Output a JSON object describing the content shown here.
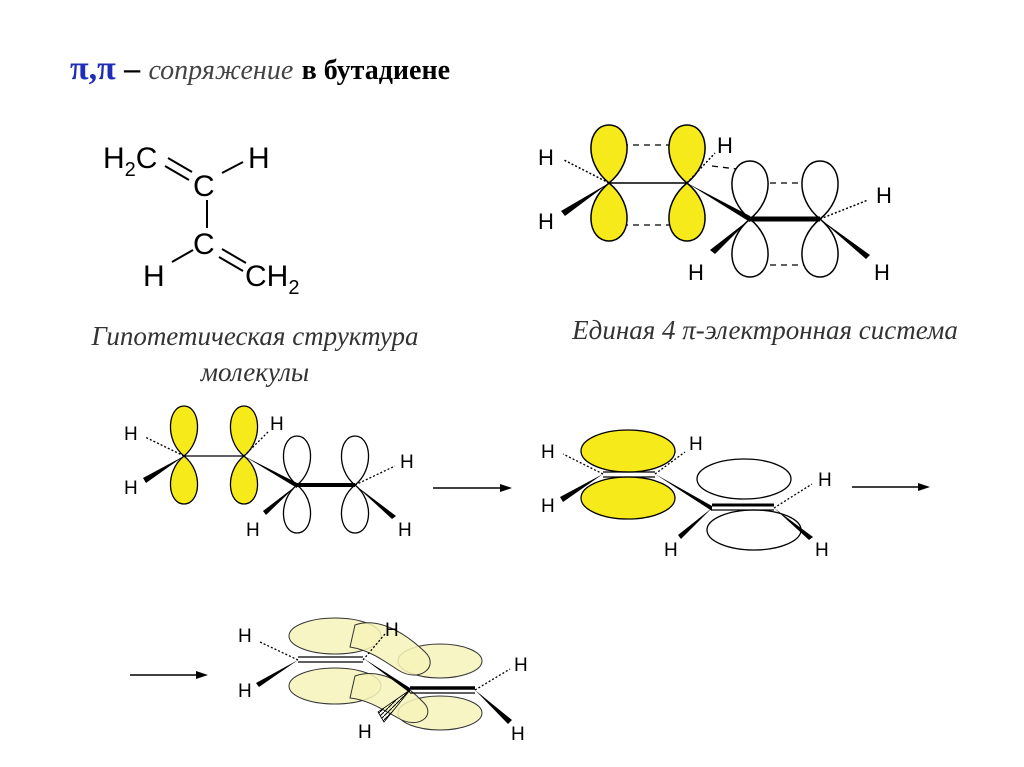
{
  "title": {
    "symbols": "π,π",
    "dash": "–",
    "italic": "сопряжение",
    "rest": "в бутадиене"
  },
  "formula": {
    "h2c": "H",
    "h2c_sub": "2",
    "h2c_tail": "C",
    "c1": "C",
    "c2": "C",
    "h_top": "H",
    "h_bottom": "H",
    "ch2": "CH",
    "ch2_sub": "2"
  },
  "captions": {
    "hypothetical": "Гипотетическая структура",
    "molecule": "молекулы",
    "unified": "Единая 4 π-электронная система"
  },
  "atom_label": "H",
  "colors": {
    "title_pi": "#1f2eb8",
    "lobe_yellow": "#f7ea1a",
    "lobe_pale": "#f6f3b8",
    "lobe_white": "#ffffff",
    "stroke": "#000000"
  }
}
